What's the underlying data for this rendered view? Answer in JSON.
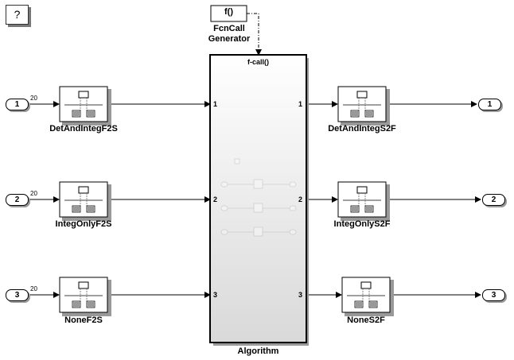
{
  "help_button": {
    "label": "?"
  },
  "fcncall": {
    "symbol": "f()",
    "name_line1": "FcnCall",
    "name_line2": "Generator"
  },
  "algorithm": {
    "trigger_label": "f-call()",
    "name": "Algorithm",
    "in_ports": [
      "1",
      "2",
      "3"
    ],
    "out_ports": [
      "1",
      "2",
      "3"
    ]
  },
  "inports": [
    {
      "num": "1",
      "signal": "20"
    },
    {
      "num": "2",
      "signal": "20"
    },
    {
      "num": "3",
      "signal": "20"
    }
  ],
  "outports": [
    {
      "num": "1"
    },
    {
      "num": "2"
    },
    {
      "num": "3"
    }
  ],
  "left_blocks": [
    {
      "name": "DetAndIntegF2S"
    },
    {
      "name": "IntegOnlyF2S"
    },
    {
      "name": "NoneF2S"
    }
  ],
  "right_blocks": [
    {
      "name": "DetAndIntegS2F"
    },
    {
      "name": "IntegOnlyS2F"
    },
    {
      "name": "NoneS2F"
    }
  ]
}
